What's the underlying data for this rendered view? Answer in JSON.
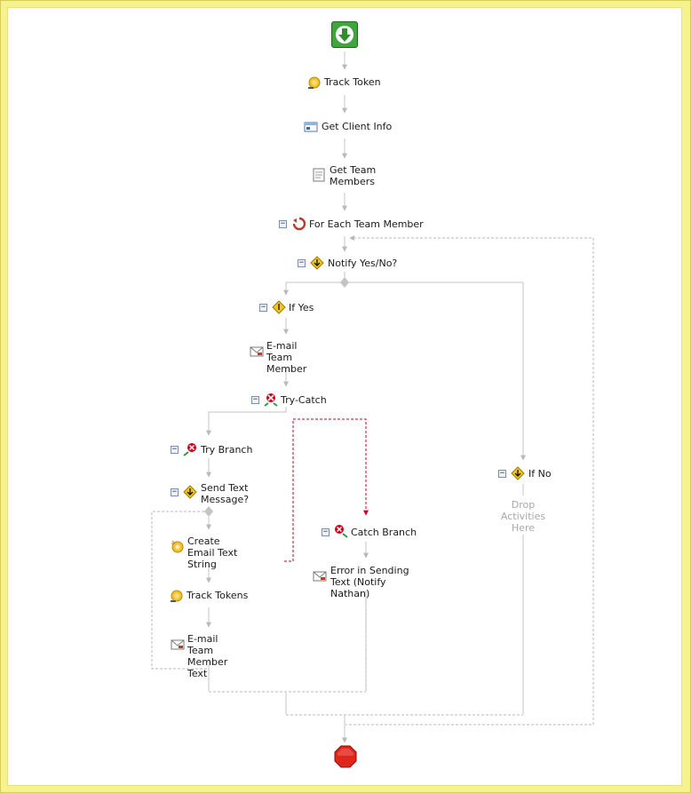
{
  "workflow": {
    "activities": [
      {
        "id": "track-token",
        "label": "Track Token"
      },
      {
        "id": "get-client-info",
        "label": "Get Client Info"
      },
      {
        "id": "get-team-members",
        "label": "Get Team Members"
      },
      {
        "id": "for-each-team-member",
        "label": "For Each Team Member"
      },
      {
        "id": "notify-yes-no",
        "label": "Notify Yes/No?"
      },
      {
        "id": "if-yes",
        "label": "If Yes"
      },
      {
        "id": "email-team-member",
        "label": "E-mail Team Member"
      },
      {
        "id": "try-catch",
        "label": "Try-Catch"
      },
      {
        "id": "try-branch",
        "label": "Try Branch"
      },
      {
        "id": "send-text-message",
        "label": "Send Text Message?"
      },
      {
        "id": "create-email-text-string",
        "label": "Create Email Text String"
      },
      {
        "id": "track-tokens",
        "label": "Track Tokens"
      },
      {
        "id": "email-team-member-text",
        "label": "E-mail Team Member Text"
      },
      {
        "id": "catch-branch",
        "label": "Catch Branch"
      },
      {
        "id": "error-in-sending-text",
        "label": "Error in Sending Text (Notify Nathan)"
      },
      {
        "id": "if-no",
        "label": "If No"
      }
    ],
    "drop_placeholder": "Drop Activities Here",
    "collapse_glyph": "−",
    "colors": {
      "connector": "#bdbdbd",
      "dashed_border": "#b5b5b5",
      "fault_connector": "#d0021b",
      "frame": "#f6f28f",
      "start": "#3fa53c",
      "stop": "#e0261b"
    }
  }
}
